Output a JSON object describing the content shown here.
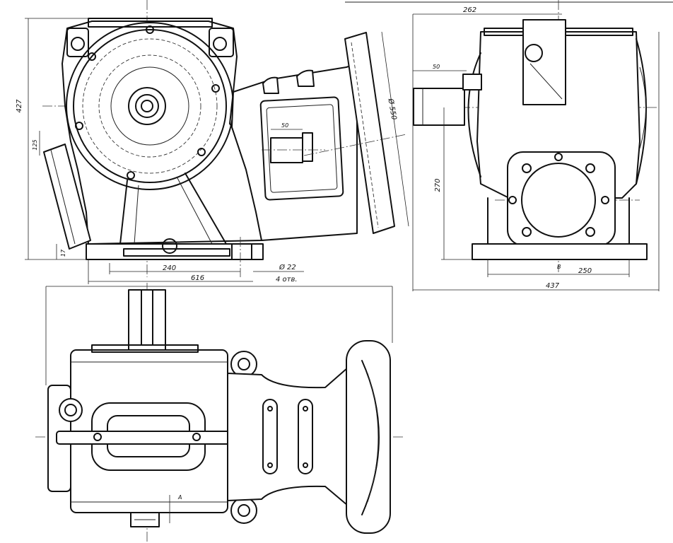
{
  "views": {
    "front": {
      "dimensions": {
        "height_total": "427",
        "height_flange": "125",
        "thickness_small": "17",
        "flange_diameter": "Ø 550",
        "shaft_length": "50",
        "base_hole_spacing": "240",
        "base_length": "616",
        "hole_diameter": "Ø 22",
        "hole_count": "4 отв."
      }
    },
    "side": {
      "dimensions": {
        "width_top": "262",
        "shaft_projection": "50",
        "axis_height": "270",
        "base_hole_spacing": "250",
        "base_width": "437"
      },
      "section_mark": "B"
    },
    "top": {
      "section_mark": "A"
    }
  }
}
